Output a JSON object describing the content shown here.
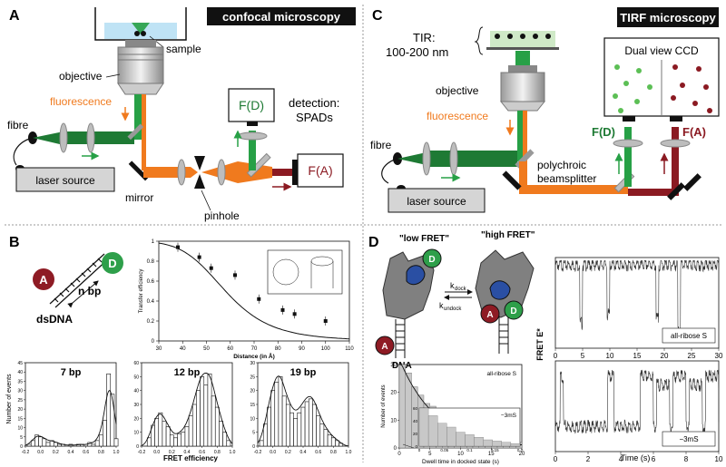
{
  "colors": {
    "green": "#27a046",
    "darkgreen": "#1e7a34",
    "orange": "#f07a1e",
    "darkred": "#8b1a22",
    "grey": "#bdbdbd",
    "black": "#111111",
    "labelA": "#8e1b24",
    "labelD": "#2e9f4a"
  },
  "panels": {
    "A": {
      "letter": "A",
      "title": "confocal microscopy",
      "sample": "sample",
      "objective": "objective",
      "fluorescence": "fluorescence",
      "fibre": "fibre",
      "laser": "laser source",
      "mirror": "mirror",
      "pinhole": "pinhole",
      "fd": "F(D)",
      "fa": "F(A)",
      "detection1": "detection:",
      "detection2": "SPADs"
    },
    "C": {
      "letter": "C",
      "title": "TIRF microscopy",
      "tir1": "TIR:",
      "tir2": "100-200 nm",
      "objective": "objective",
      "fluorescence": "fluorescence",
      "fibre": "fibre",
      "laser": "laser source",
      "ccd": "Dual view CCD",
      "fd": "F(D)",
      "fa": "F(A)",
      "poly1": "polychroic",
      "poly2": "beamsplitter"
    },
    "B": {
      "letter": "B",
      "a": "A",
      "d": "D",
      "nbp": "n bp",
      "dsdna": "dsDNA",
      "transfer": {
        "ylabel": "Transfer efficiency",
        "xlabel": "Distance (in Å)",
        "xticks": [
          "30",
          "40",
          "50",
          "60",
          "70",
          "80",
          "90",
          "100",
          "110"
        ],
        "yticks": [
          "0",
          "0.2",
          "0.4",
          "0.6",
          "0.8",
          "1"
        ]
      },
      "hist": {
        "ylabel": "Number of events",
        "xlabel": "FRET efficiency",
        "h1": {
          "title": "7 bp",
          "yticks": [
            "0",
            "5",
            "10",
            "15",
            "20",
            "25",
            "30",
            "35",
            "40",
            "45"
          ]
        },
        "h2": {
          "title": "12 bp",
          "yticks": [
            "0",
            "10",
            "20",
            "30",
            "40",
            "50",
            "60"
          ]
        },
        "h3": {
          "title": "19 bp",
          "yticks": [
            "0",
            "5",
            "10",
            "15",
            "20",
            "25",
            "30"
          ]
        },
        "xticks": [
          "-0.2",
          "0.0",
          "0.2",
          "0.4",
          "0.6",
          "0.8",
          "1.0"
        ]
      }
    },
    "D": {
      "letter": "D",
      "low": "\"low FRET\"",
      "high": "\"high FRET\"",
      "kdock": "k",
      "kdock_sub": "dock",
      "kundock": "k",
      "kundock_sub": "undock",
      "a": "A",
      "d": "D",
      "dna": "DNA",
      "dwell": {
        "ylabel": "Number of events",
        "xlabel": "Dwell time in docked state (s)",
        "label1": "all-ribose S",
        "label2": "−3mS",
        "xticks": [
          "0",
          "5",
          "10",
          "15",
          "20"
        ],
        "yticks": [
          "0",
          "10",
          "20",
          "30"
        ],
        "inset_yticks": [
          "0",
          "20",
          "40",
          "60"
        ],
        "inset_xticks": [
          "0",
          "0.05",
          "0.1",
          "0.15",
          "0.2"
        ]
      },
      "trace": {
        "ylabel": "FRET E*",
        "xlabel": "Time (s)",
        "label1": "all-ribose S",
        "label2": "−3mS",
        "xticks1": [
          "0",
          "5",
          "10",
          "15",
          "20",
          "25",
          "30"
        ],
        "xticks2": [
          "0",
          "2",
          "4",
          "6",
          "8",
          "10"
        ]
      }
    }
  },
  "chart_data": [
    {
      "type": "scatter",
      "title": "",
      "xlabel": "Distance (in Å)",
      "ylabel": "Transfer efficiency",
      "xlim": [
        30,
        110
      ],
      "ylim": [
        0,
        1
      ],
      "x": [
        38,
        47,
        52,
        62,
        72,
        82,
        87,
        100
      ],
      "y": [
        0.94,
        0.84,
        0.73,
        0.66,
        0.42,
        0.31,
        0.27,
        0.2
      ]
    },
    {
      "type": "bar",
      "title": "7 bp",
      "xlabel": "FRET efficiency",
      "ylabel": "Number of events",
      "ylim": [
        0,
        45
      ],
      "categories": [
        "-0.15",
        "-0.1",
        "-0.05",
        "0.0",
        "0.05",
        "0.1",
        "0.15",
        "0.2",
        "0.25",
        "0.3",
        "0.35",
        "0.4",
        "0.45",
        "0.5",
        "0.55",
        "0.6",
        "0.65",
        "0.7",
        "0.75",
        "0.8",
        "0.85",
        "0.9",
        "0.95",
        "1.0"
      ],
      "values": [
        1,
        3,
        6,
        5,
        4,
        2,
        3,
        2,
        1,
        1,
        0,
        1,
        0,
        1,
        1,
        0,
        2,
        1,
        3,
        6,
        14,
        39,
        28,
        4
      ]
    },
    {
      "type": "bar",
      "title": "12 bp",
      "xlabel": "FRET efficiency",
      "ylabel": "Number of events",
      "ylim": [
        0,
        60
      ],
      "categories": [
        "-0.1",
        "-0.05",
        "0.0",
        "0.05",
        "0.1",
        "0.15",
        "0.2",
        "0.25",
        "0.3",
        "0.35",
        "0.4",
        "0.45",
        "0.5",
        "0.55",
        "0.6",
        "0.65",
        "0.7",
        "0.75",
        "0.8",
        "0.85",
        "0.9",
        "0.95"
      ],
      "values": [
        6,
        15,
        20,
        24,
        18,
        14,
        8,
        6,
        9,
        10,
        14,
        22,
        30,
        40,
        50,
        44,
        52,
        36,
        28,
        18,
        10,
        4
      ]
    },
    {
      "type": "bar",
      "title": "19 bp",
      "xlabel": "FRET efficiency",
      "ylabel": "Number of events",
      "ylim": [
        0,
        30
      ],
      "categories": [
        "-0.15",
        "-0.1",
        "-0.05",
        "0.0",
        "0.05",
        "0.1",
        "0.15",
        "0.2",
        "0.25",
        "0.3",
        "0.35",
        "0.4",
        "0.45",
        "0.5",
        "0.55",
        "0.6",
        "0.65",
        "0.7",
        "0.75",
        "0.8",
        "0.85",
        "0.9"
      ],
      "values": [
        2,
        8,
        14,
        20,
        23,
        25,
        18,
        15,
        12,
        10,
        12,
        14,
        16,
        17,
        15,
        11,
        8,
        6,
        4,
        3,
        2,
        1
      ]
    },
    {
      "type": "bar",
      "title": "",
      "xlabel": "Dwell time in docked state (s)",
      "ylabel": "Number of events",
      "xlim": [
        0,
        20
      ],
      "ylim": [
        0,
        30
      ],
      "categories": [
        "0.5",
        "1.5",
        "2.5",
        "3.5",
        "4.5",
        "5.5",
        "6.5",
        "7.5",
        "8.5",
        "9.5",
        "10.5",
        "11.5",
        "12.5",
        "13.5",
        "14.5",
        "15.5",
        "16.5",
        "17.5",
        "18.5",
        "19.5"
      ],
      "values": [
        30,
        27,
        22,
        19,
        16,
        15,
        12,
        11,
        10,
        8,
        7,
        6,
        6,
        5,
        4,
        3,
        3,
        3,
        2,
        2
      ]
    },
    {
      "type": "line",
      "title": "",
      "xlabel": "Time (s)",
      "ylabel": "FRET E*",
      "xlim": [
        0,
        30
      ],
      "series": [
        {
          "name": "all-ribose S",
          "x": [
            0,
            4,
            4.5,
            5,
            9,
            9.5,
            10,
            18,
            18.5,
            19,
            22,
            22.5,
            23,
            30
          ],
          "y": [
            1,
            1,
            0.3,
            1,
            1,
            0.4,
            1,
            1,
            0.35,
            1,
            1,
            0.2,
            1,
            1
          ]
        }
      ]
    },
    {
      "type": "line",
      "title": "",
      "xlabel": "Time (s)",
      "ylabel": "FRET E*",
      "xlim": [
        0,
        10
      ],
      "series": [
        {
          "name": "−3mS",
          "x": [
            0,
            0.3,
            0.5,
            3,
            3.2,
            3.6,
            4,
            5,
            5.2,
            6,
            6.2,
            7,
            7.2,
            8,
            8.2,
            9,
            9.2,
            10
          ],
          "y": [
            0.3,
            0.9,
            0.3,
            0.3,
            0.9,
            0.3,
            0.3,
            0.3,
            0.9,
            0.3,
            0.8,
            0.3,
            0.9,
            0.3,
            0.8,
            0.3,
            0.9,
            0.3
          ]
        }
      ]
    }
  ]
}
